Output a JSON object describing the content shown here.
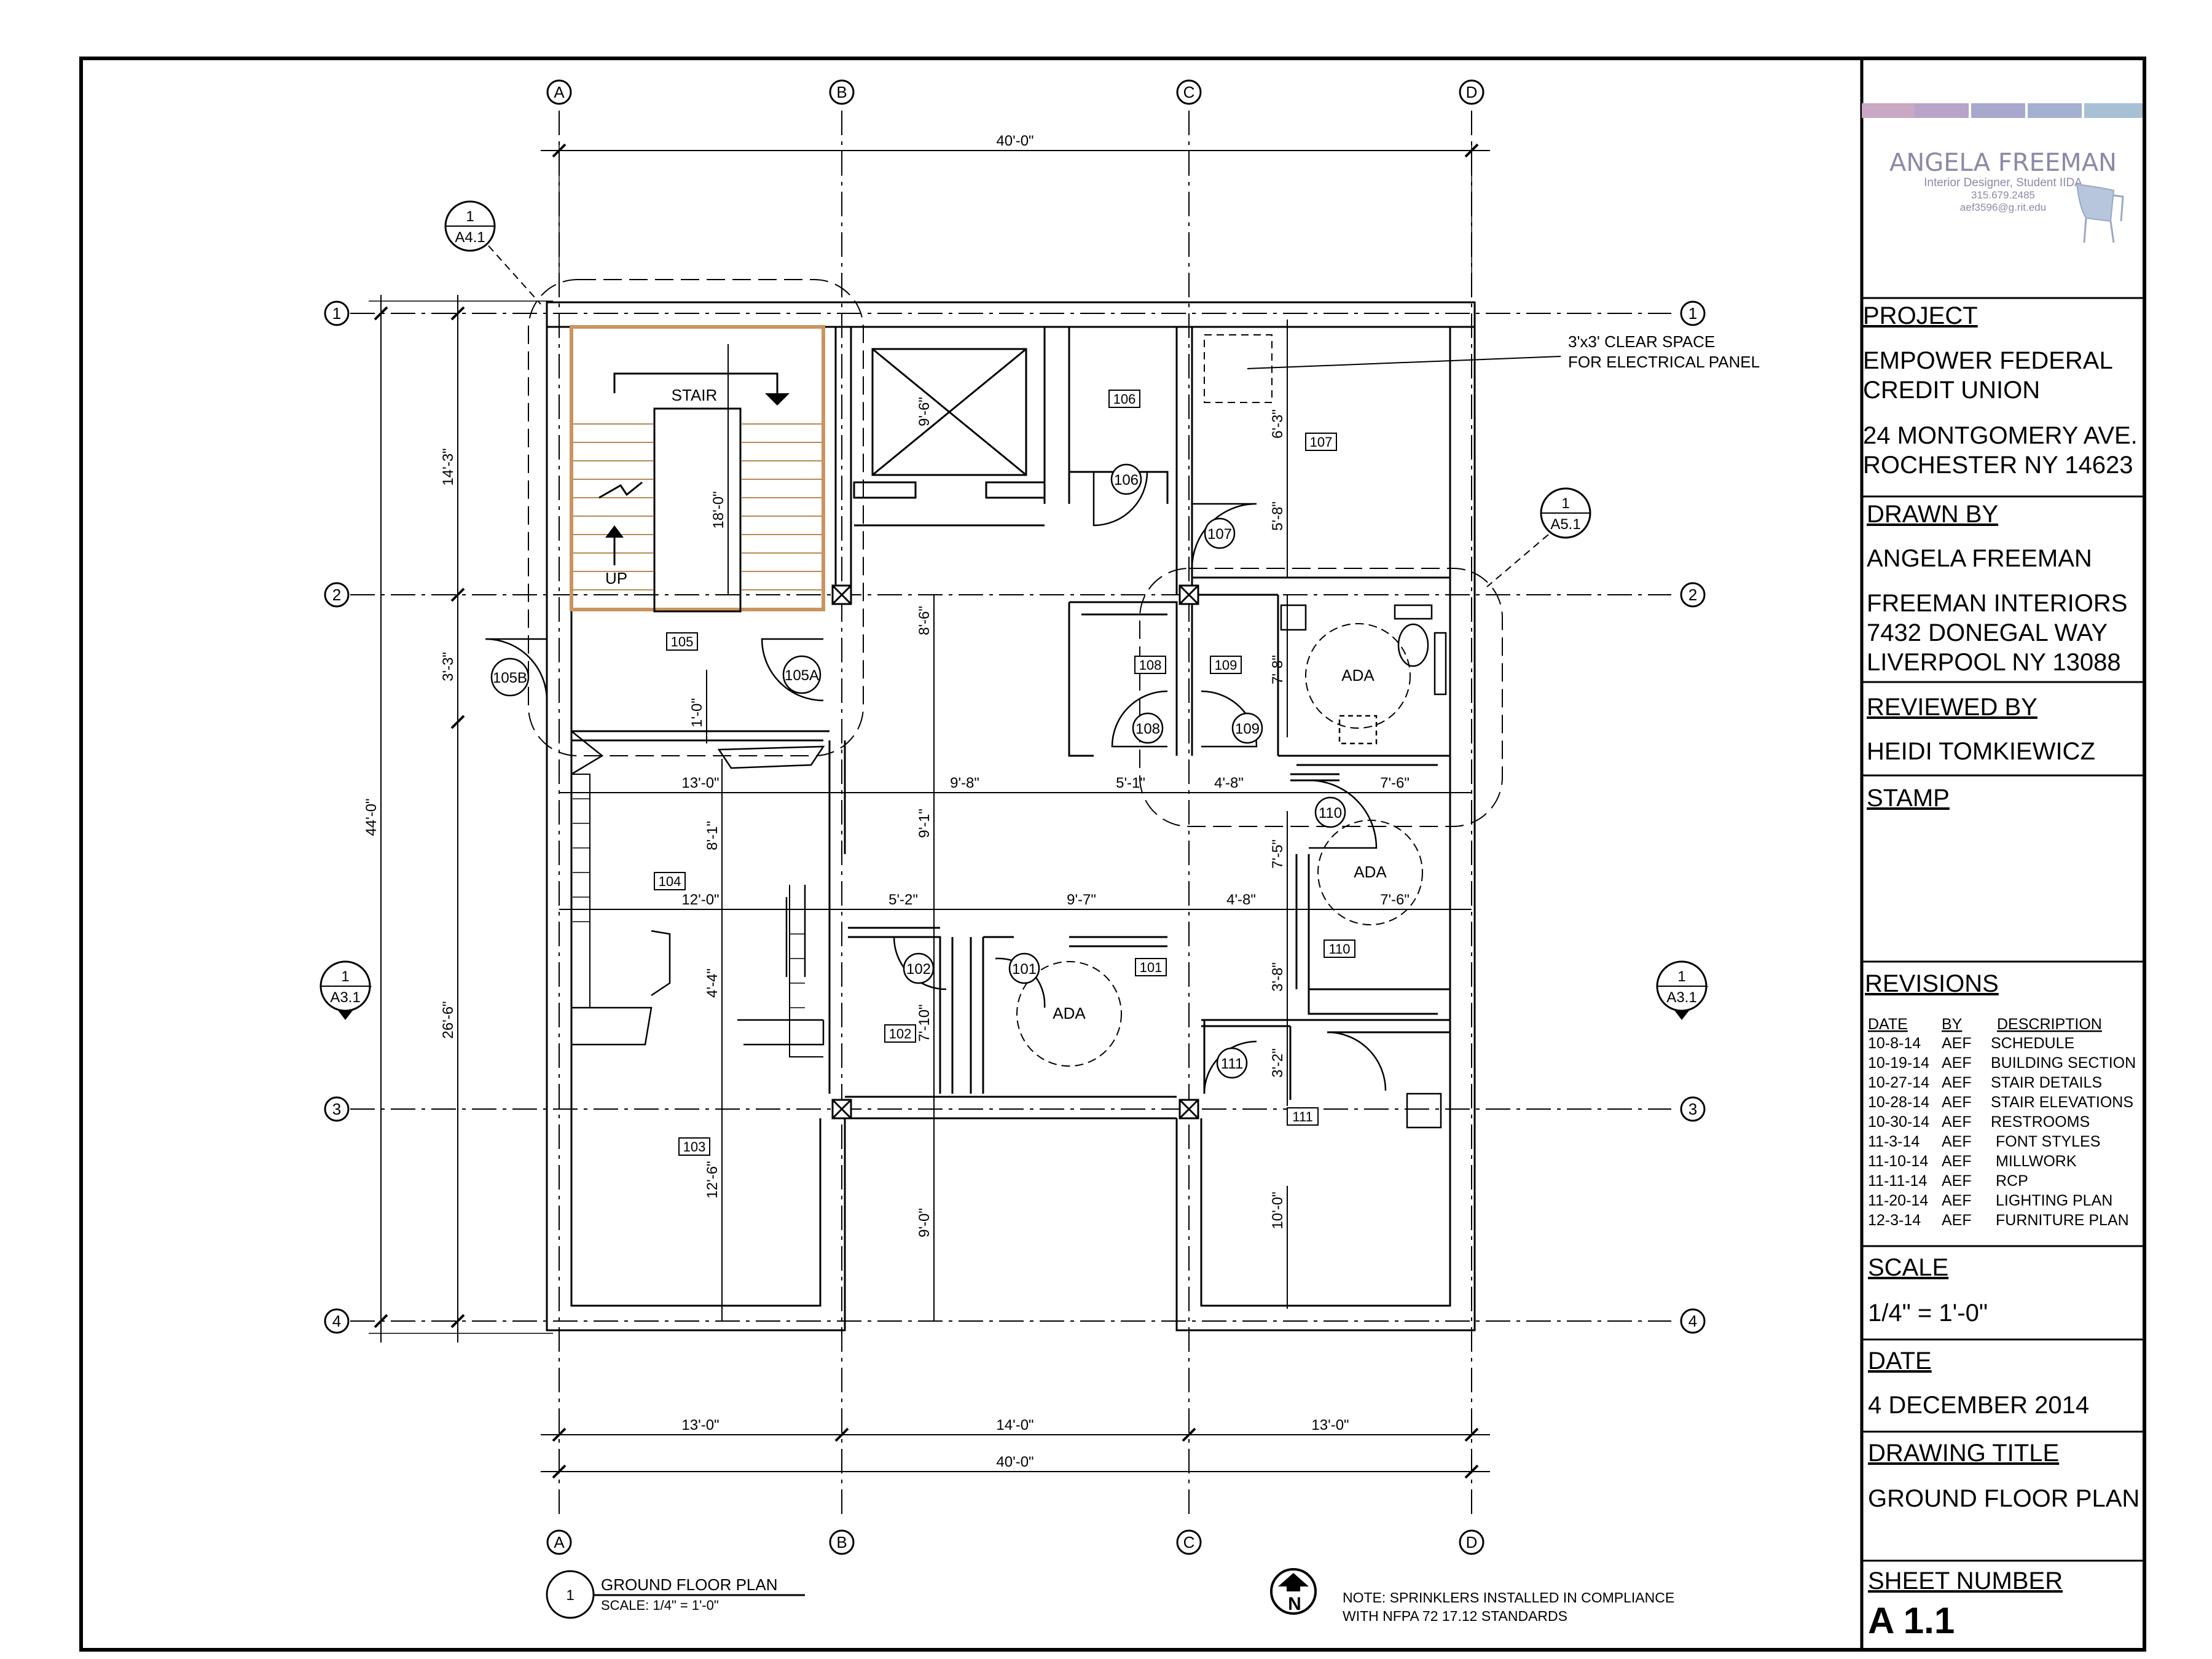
{
  "plan": {
    "grid_columns": [
      "A",
      "B",
      "C",
      "D"
    ],
    "grid_rows": [
      "1",
      "2",
      "3",
      "4"
    ],
    "dims": {
      "overall_top": "40'-0\"",
      "overall_bottom": "40'-0\"",
      "bottom_segments": [
        "13'-0\"",
        "14'-0\"",
        "13'-0\""
      ],
      "left_overall": "44'-0\"",
      "left_upper": "14'-3\"",
      "left_mid": "3'-3\"",
      "left_lower": "26'-6\"",
      "interior": [
        "18'-0\"",
        "8'-6\"",
        "9'-6\"",
        "6'-3\"",
        "5'-8\"",
        "7'-8\"",
        "1'-0\"",
        "13'-0\"",
        "9'-8\"",
        "5'-1\"",
        "4'-8\"",
        "7'-6\"",
        "9'-1\"",
        "8'-1\"",
        "7'-5\"",
        "12'-0\"",
        "5'-2\"",
        "9'-7\"",
        "4'-8\"",
        "7'-6\"",
        "4'-4\"",
        "3'-8\"",
        "7'-10\"",
        "3'-2\"",
        "12'-6\"",
        "9'-0\"",
        "10'-0\""
      ]
    },
    "room_tags": [
      "106",
      "107",
      "105",
      "108",
      "109",
      "104",
      "102",
      "101",
      "110",
      "103",
      "111"
    ],
    "door_tags": [
      "106",
      "107",
      "105B",
      "105A",
      "108",
      "109",
      "110",
      "102",
      "101",
      "111"
    ],
    "ada_labels": [
      "ADA",
      "ADA",
      "ADA"
    ],
    "stair_label": "STAIR",
    "up_label": "UP",
    "section_markers": [
      {
        "num": "1",
        "sheet": "A4.1"
      },
      {
        "num": "1",
        "sheet": "A5.1"
      },
      {
        "num": "1",
        "sheet": "A3.1"
      },
      {
        "num": "1",
        "sheet": "A3.1"
      }
    ],
    "electrical_note": [
      "3'x3' CLEAR SPACE",
      "FOR ELECTRICAL PANEL"
    ],
    "sprinkler_note": [
      "NOTE:  SPRINKLERS INSTALLED IN COMPLIANCE",
      "WITH NFPA 72 17.12 STANDARDS"
    ],
    "north_label": "N",
    "title_num": "1",
    "title": "GROUND FLOOR PLAN",
    "title_scale": "SCALE: 1/4\" = 1'-0\""
  },
  "titleblock": {
    "designer_name": "ANGELA FREEMAN",
    "designer_role": "Interior Designer, Student IIDA",
    "designer_phone": "315.679.2485",
    "designer_email": "aef3596@g.rit.edu",
    "swatch_colors": [
      "#c9a8c4",
      "#b8a4c8",
      "#a8a8cc",
      "#a4b0d0",
      "#a8c0d4"
    ],
    "project_label": "PROJECT",
    "project_name_1": "EMPOWER FEDERAL",
    "project_name_2": "CREDIT UNION",
    "project_addr_1": "24 MONTGOMERY AVE.",
    "project_addr_2": "ROCHESTER NY 14623",
    "drawn_label": "DRAWN BY",
    "drawn_name": "ANGELA FREEMAN",
    "firm_1": "FREEMAN INTERIORS",
    "firm_2": "7432 DONEGAL WAY",
    "firm_3": "LIVERPOOL NY 13088",
    "reviewed_label": "REVIEWED BY",
    "reviewed_name": "HEIDI TOMKIEWICZ",
    "stamp_label": "STAMP",
    "revisions_label": "REVISIONS",
    "revision_headers": [
      "DATE",
      "BY",
      "DESCRIPTION"
    ],
    "revisions": [
      {
        "date": "10-8-14",
        "by": "AEF",
        "desc": "SCHEDULE"
      },
      {
        "date": "10-19-14",
        "by": "AEF",
        "desc": "BUILDING SECTION"
      },
      {
        "date": "10-27-14",
        "by": "AEF",
        "desc": "STAIR DETAILS"
      },
      {
        "date": "10-28-14",
        "by": "AEF",
        "desc": "STAIR ELEVATIONS"
      },
      {
        "date": "10-30-14",
        "by": "AEF",
        "desc": "RESTROOMS"
      },
      {
        "date": "11-3-14",
        "by": "AEF",
        "desc": "FONT STYLES"
      },
      {
        "date": "11-10-14",
        "by": "AEF",
        "desc": "MILLWORK"
      },
      {
        "date": "11-11-14",
        "by": "AEF",
        "desc": "RCP"
      },
      {
        "date": "11-20-14",
        "by": "AEF",
        "desc": "LIGHTING PLAN"
      },
      {
        "date": "12-3-14",
        "by": "AEF",
        "desc": "FURNITURE PLAN"
      }
    ],
    "scale_label": "SCALE",
    "scale_value": "1/4\" = 1'-0\"",
    "date_label": "DATE",
    "date_value": "4 DECEMBER 2014",
    "drawing_title_label": "DRAWING TITLE",
    "drawing_title_value": "GROUND FLOOR PLAN",
    "sheet_label": "SHEET NUMBER",
    "sheet_value": "A 1.1"
  }
}
